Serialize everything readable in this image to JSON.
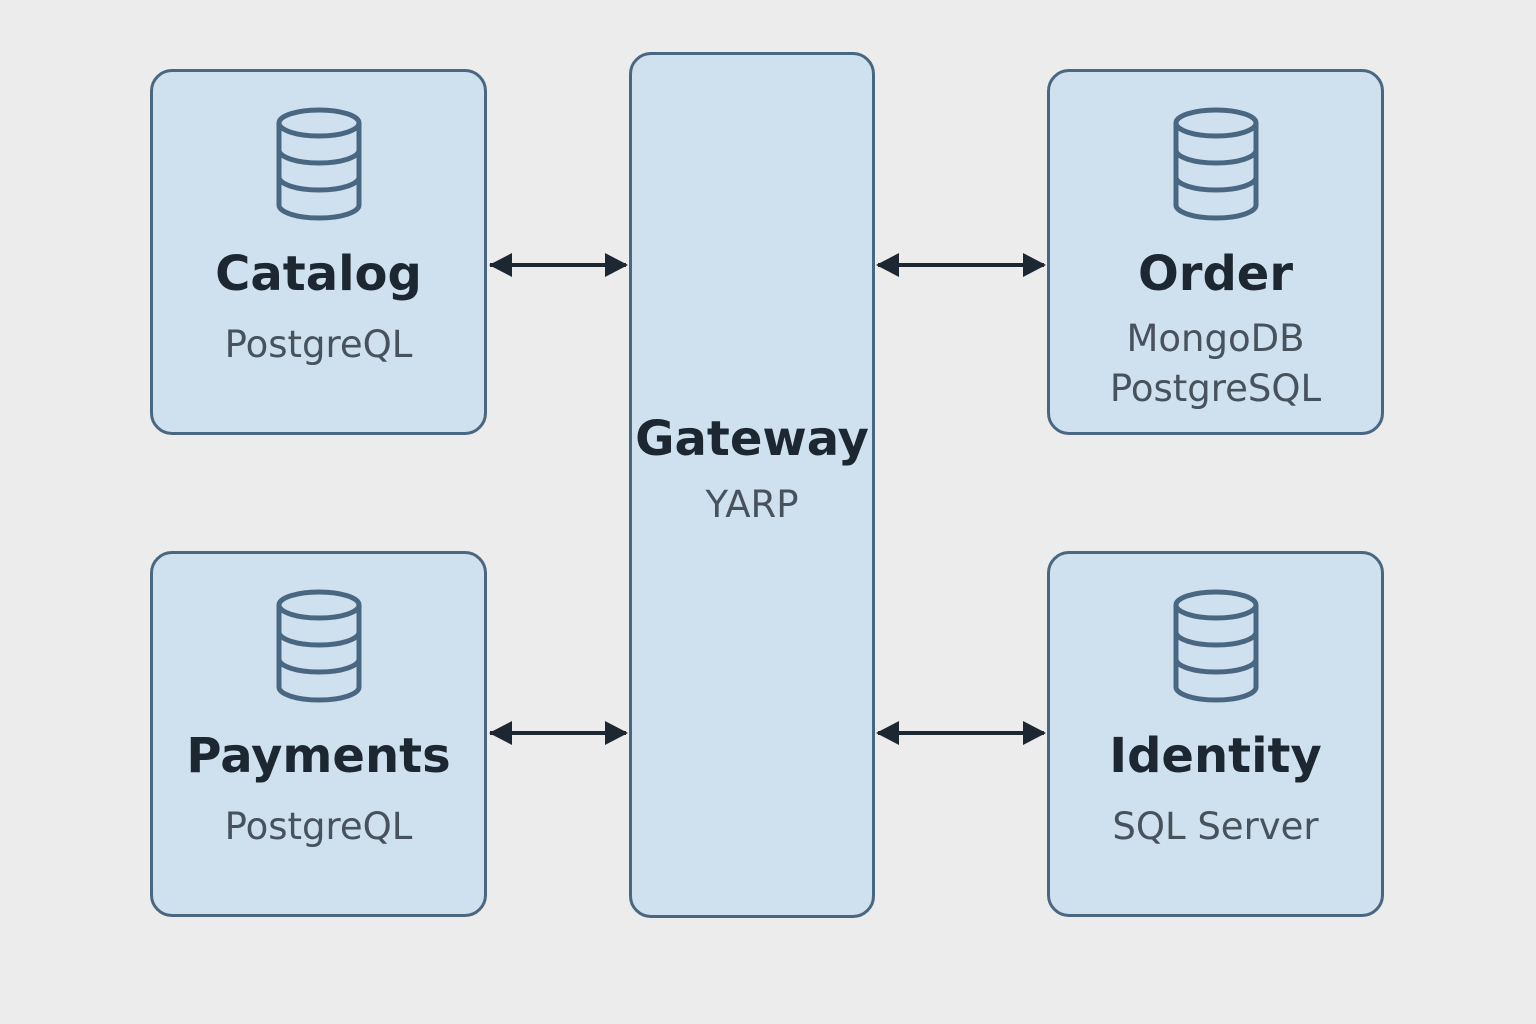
{
  "gateway": {
    "name": "Gateway",
    "tech": "YARP"
  },
  "services": {
    "catalog": {
      "name": "Catalog",
      "db": "PostgreQL"
    },
    "order": {
      "name": "Order",
      "db": "MongoDB\nPostgreSQL"
    },
    "payments": {
      "name": "Payments",
      "db": "PostgreQL"
    },
    "identity": {
      "name": "Identity",
      "db": "SQL Server"
    }
  },
  "icons": {
    "service_icon": "database-icon",
    "connector": "bidirectional-arrow"
  },
  "colors": {
    "background": "#ececec",
    "box_fill": "#cfe0ee",
    "box_border": "#4a6782",
    "title_text": "#1d2731",
    "subtitle_text": "#47525c",
    "arrow": "#1d2731"
  }
}
